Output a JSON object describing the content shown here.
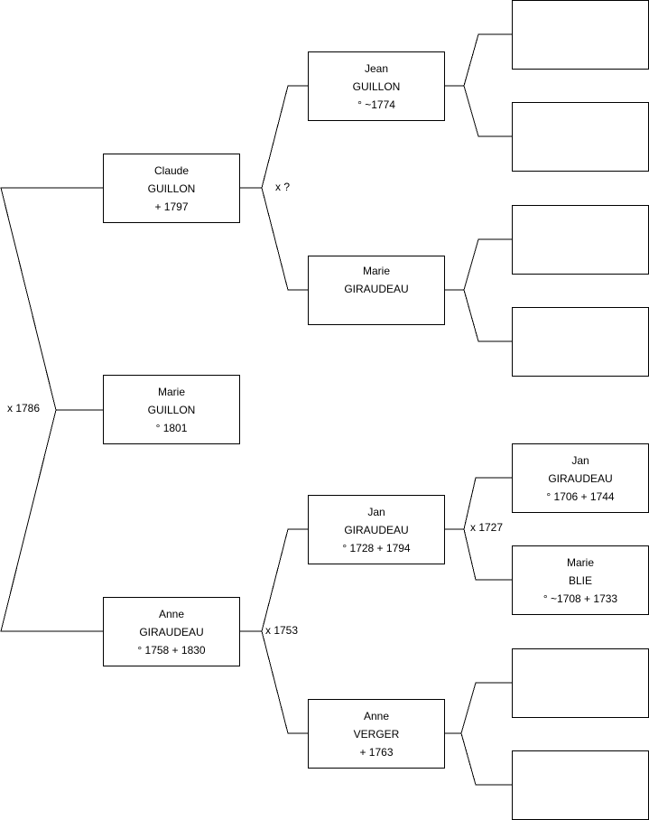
{
  "persons": {
    "marie_guillon": {
      "given": "Marie",
      "surname": "GUILLON",
      "dates": "° 1801"
    },
    "claude_guillon": {
      "given": "Claude",
      "surname": "GUILLON",
      "dates": "+ 1797"
    },
    "anne_giraudeau": {
      "given": "Anne",
      "surname": "GIRAUDEAU",
      "dates": "° 1758 + 1830"
    },
    "jean_guillon": {
      "given": "Jean",
      "surname": "GUILLON",
      "dates": "° ~1774"
    },
    "marie_giraudeau": {
      "given": "Marie",
      "surname": "GIRAUDEAU",
      "dates": ""
    },
    "jan_giraudeau_1728": {
      "given": "Jan",
      "surname": "GIRAUDEAU",
      "dates": "° 1728 + 1794"
    },
    "anne_verger": {
      "given": "Anne",
      "surname": "VERGER",
      "dates": "+ 1763"
    },
    "jan_giraudeau_1706": {
      "given": "Jan",
      "surname": "GIRAUDEAU",
      "dates": "° 1706 + 1744"
    },
    "marie_blie": {
      "given": "Marie",
      "surname": "BLIE",
      "dates": "° ~1708 + 1733"
    }
  },
  "marriages": {
    "parents": "x 1786",
    "guillon_giraudeau": "x ?",
    "giraudeau_verger": "x 1753",
    "giraudeau_blie": "x 1727"
  }
}
